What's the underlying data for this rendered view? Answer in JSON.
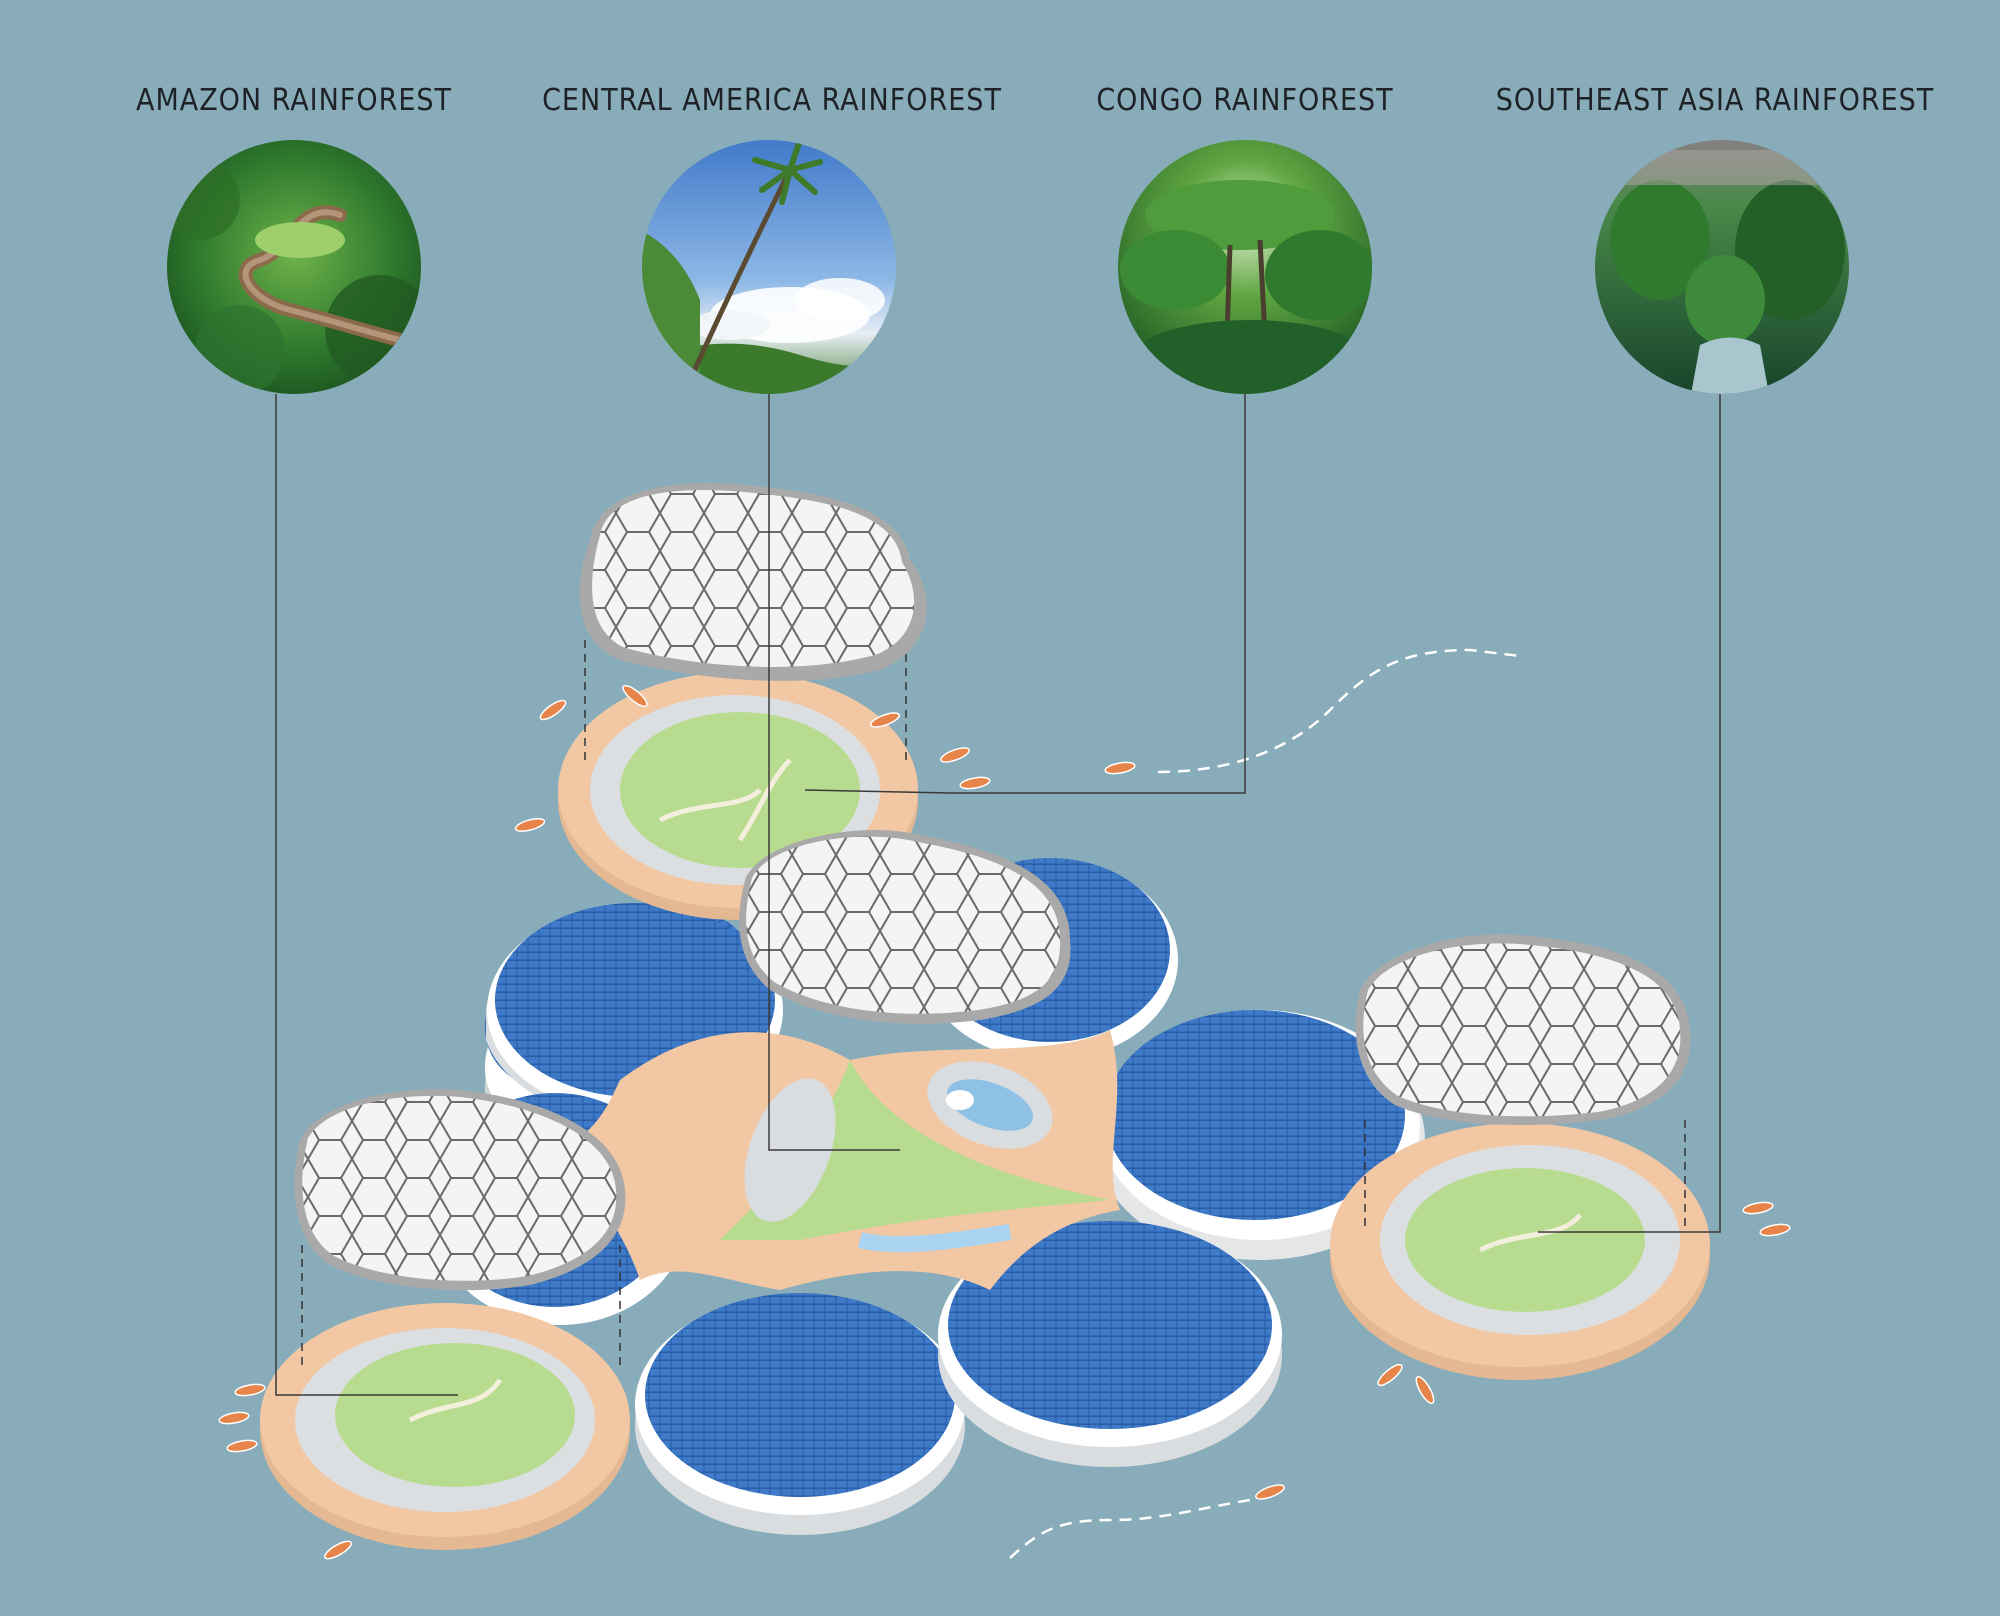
{
  "regions": [
    {
      "id": "amazon",
      "label": "AMAZON RAINFOREST"
    },
    {
      "id": "central-america",
      "label": "CENTRAL AMERICA RAINFOREST"
    },
    {
      "id": "congo",
      "label": "CONGO RAINFOREST"
    },
    {
      "id": "southeast-asia",
      "label": "SOUTHEAST ASIA RAINFOREST"
    }
  ],
  "colors": {
    "background": "#88acb9",
    "deck": "#f1c7a4",
    "solar_panel": "#2f66b3",
    "greenery": "#b8dc8f",
    "dome": "#f2f2f2",
    "leader_line": "#3a3a3a"
  }
}
